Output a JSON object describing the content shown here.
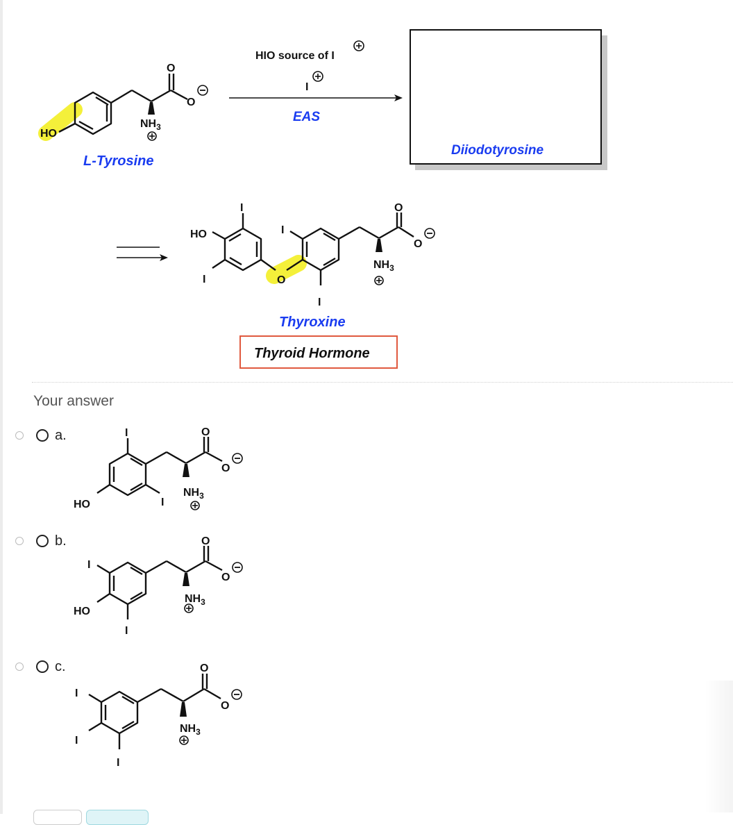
{
  "scheme": {
    "reagent_line1": "HIO source of I",
    "reagent_line2": "I",
    "reagent_type": "EAS",
    "reactant_name": "L-Tyrosine",
    "product_box_label": "Diiodotyrosine",
    "final_product_name": "Thyroxine",
    "final_product_class": "Thyroid Hormone",
    "colors": {
      "name_blue": "#1a3cf0",
      "highlight_yellow": "#f4f03a",
      "hormone_box_border": "#e0593e"
    },
    "atoms": {
      "ho": "HO",
      "iodine": "I",
      "oxygen": "O",
      "nh": "NH",
      "nh_sub": "3",
      "plus": "+",
      "minus": "−"
    }
  },
  "question": {
    "prompt": "Your answer",
    "options": [
      {
        "letter": "a."
      },
      {
        "letter": "b."
      },
      {
        "letter": "c."
      }
    ]
  }
}
